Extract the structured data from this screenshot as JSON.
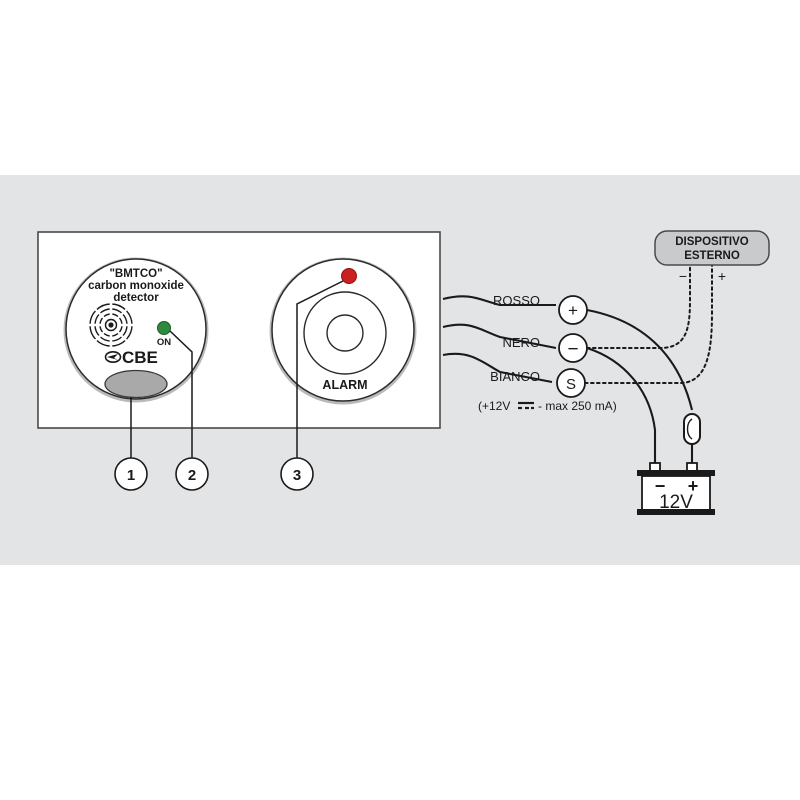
{
  "diagram": {
    "title": "CBE \"BMTCO\" carbon monoxide detector wiring diagram",
    "background_color": "#e3e4e6",
    "panel_color": "#ffffff"
  },
  "detector": {
    "label_line1": "\"BMTCO\"",
    "label_line2": "carbon monoxide",
    "label_line3": "detector",
    "brand": "CBE",
    "led_label": "ON",
    "led_color": "#2e8b3d",
    "sensor_icon": "concentric-grille-icon",
    "button_color": "#a9a9a9"
  },
  "alarm": {
    "label": "ALARM",
    "led_color": "#cc1f1f"
  },
  "callouts": [
    {
      "number": "1",
      "target": "detector-test-button"
    },
    {
      "number": "2",
      "target": "detector-on-led"
    },
    {
      "number": "3",
      "target": "alarm-led"
    }
  ],
  "wires": [
    {
      "name": "ROSSO",
      "terminal": "+",
      "terminal_name": "positive-terminal"
    },
    {
      "name": "NERO",
      "terminal": "−",
      "terminal_name": "negative-terminal"
    },
    {
      "name": "BIANCO",
      "terminal": "S",
      "terminal_name": "signal-terminal"
    }
  ],
  "rating_note": {
    "prefix": "(+12V",
    "dc_symbol": "dc-current-icon",
    "suffix": "- max 250 mA)"
  },
  "external_device": {
    "line1": "DISPOSITIVO",
    "line2": "ESTERNO",
    "minus": "−",
    "plus": "+",
    "fill_color": "#c9cacc"
  },
  "battery": {
    "voltage": "12V",
    "minus": "−",
    "plus": "+",
    "fuse": "inline-fuse-icon"
  }
}
